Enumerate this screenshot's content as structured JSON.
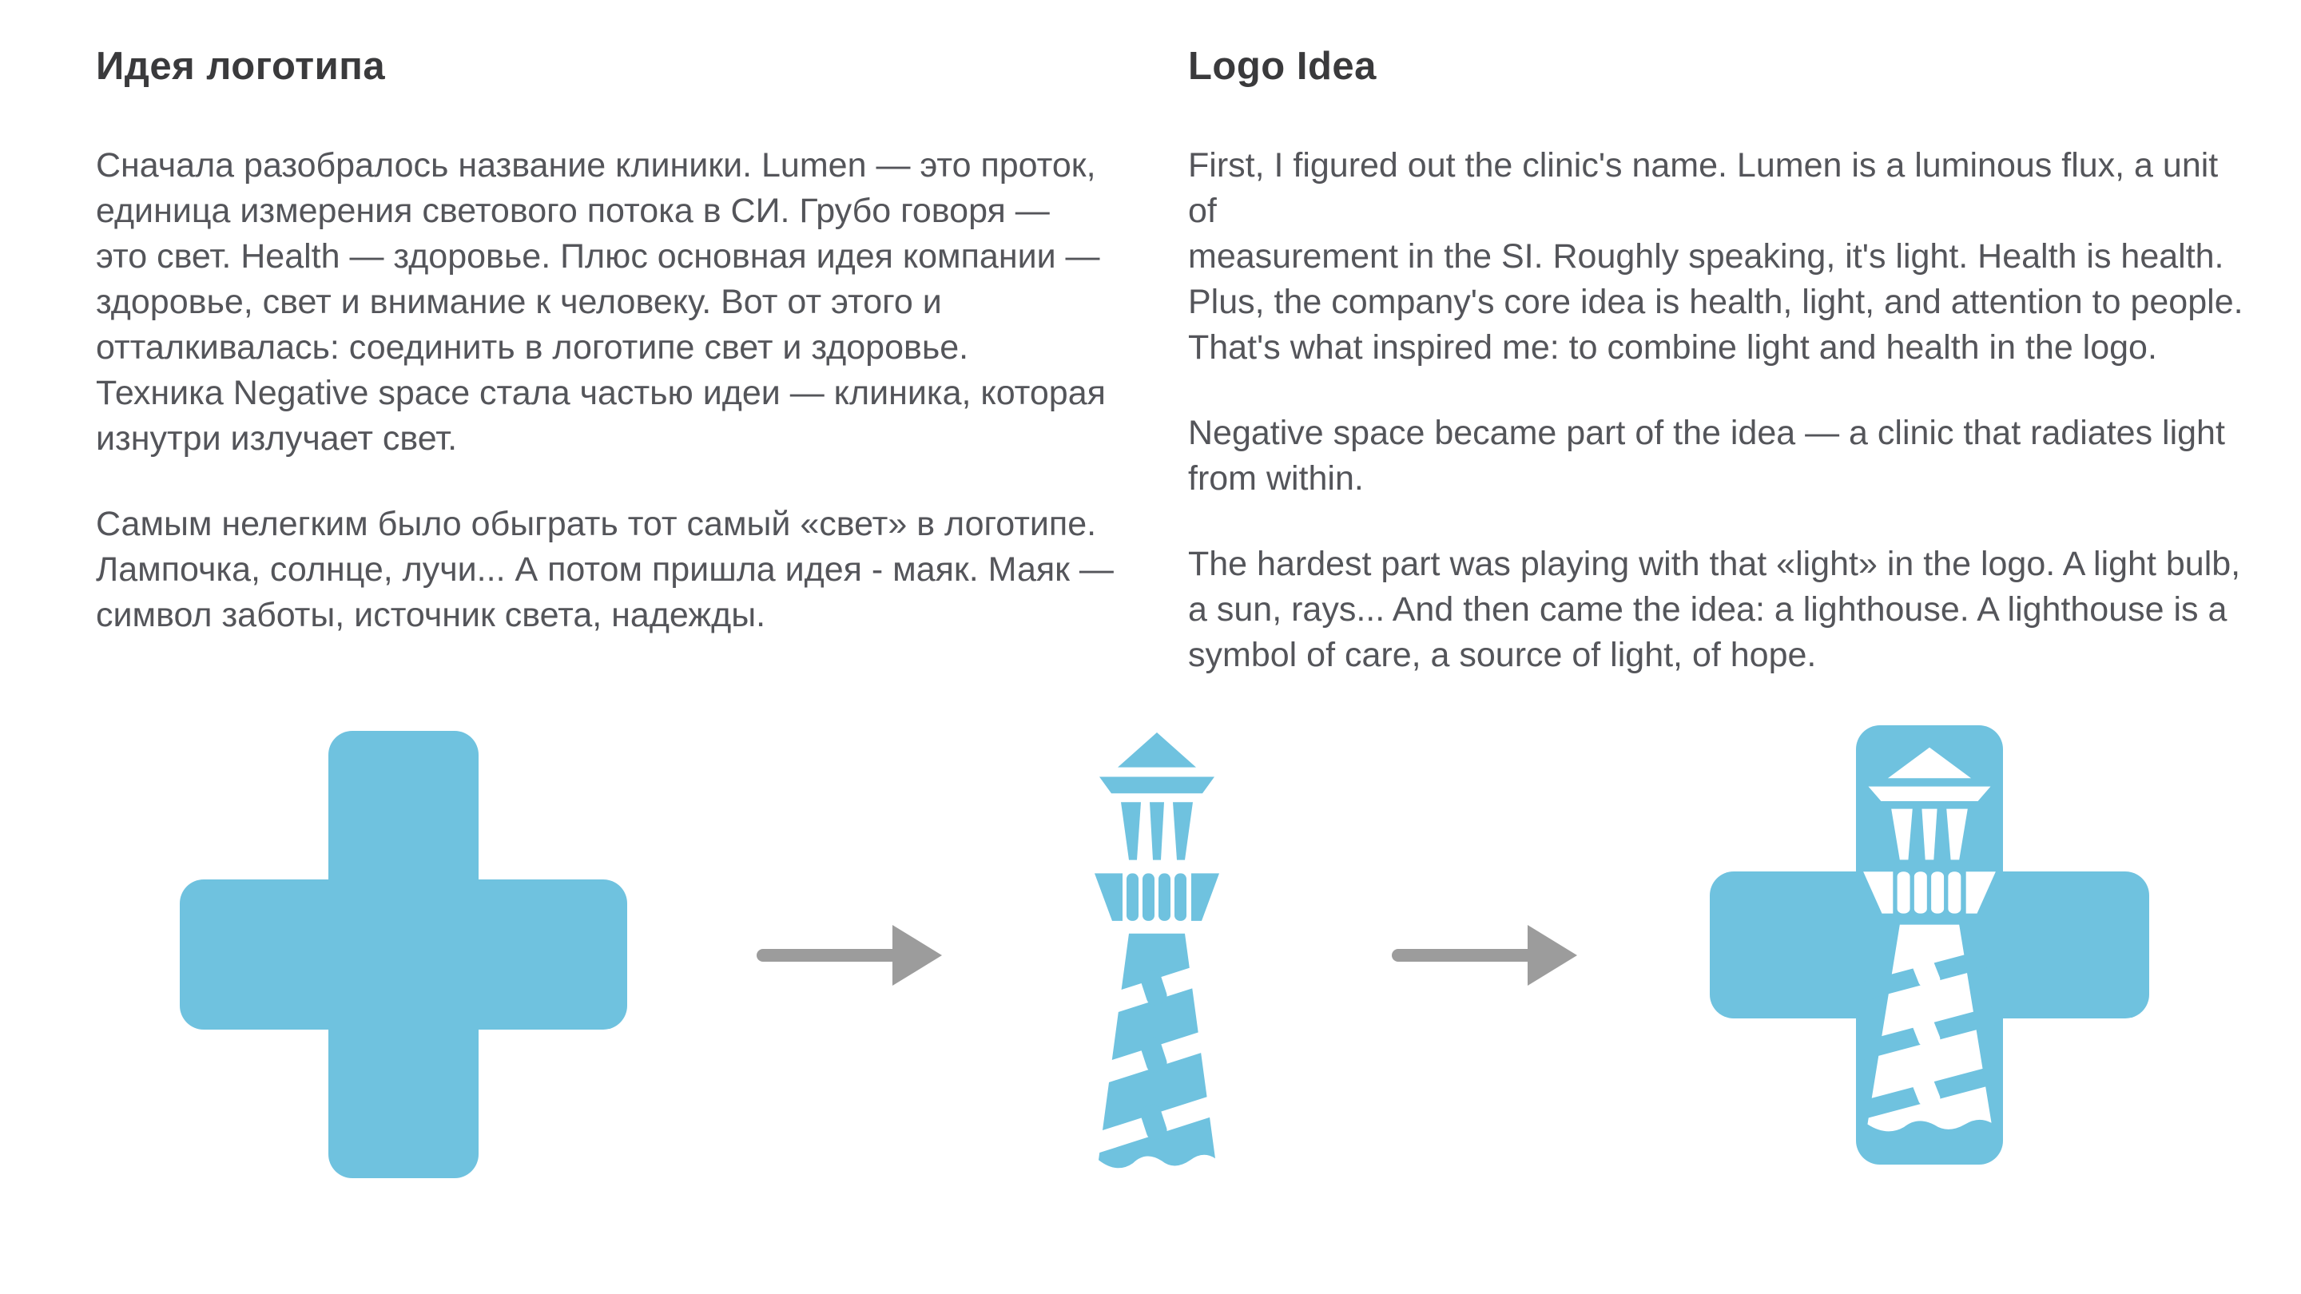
{
  "colors": {
    "background": "#FFFFFF",
    "accent_blue": "#6FC2DF",
    "arrow_gray": "#9C9C9C",
    "heading_text": "#3A3A3C",
    "body_text": "#54555A"
  },
  "left_column": {
    "heading": "Идея логотипа",
    "paragraphs": [
      "Сначала разобралось название клиники. Lumen — это проток,\nединица измерения светового потока в СИ. Грубо говоря —\nэто свет. Health — здоровье. Плюс основная идея компании —\nздоровье, свет и внимание к человеку. Вот от этого и\nотталкивалась: соединить в логотипе свет и здоровье.\nТехника Negative space стала частью идеи — клиника, которая\nизнутри излучает свет.",
      "Самым нелегким было обыграть тот самый «свет» в логотипе.\nЛампочка, солнце, лучи... А потом пришла идея - маяк. Маяк —\nсимвол заботы, источник света, надежды."
    ]
  },
  "right_column": {
    "heading": "Logo Idea",
    "paragraphs": [
      "First, I figured out the clinic's name. Lumen is a luminous flux, a unit of\nmeasurement in the SI. Roughly speaking, it's light. Health is health.\nPlus, the company's core idea is health, light, and attention to people.\nThat's what inspired me: to combine light and health in the logo.",
      "Negative space became part of the idea — a clinic that radiates light\nfrom within.",
      "The hardest part was playing with that «light» in the logo. A light bulb,\na sun, rays... And then came the idea: a lighthouse. A lighthouse is a\nsymbol of care, a source of light, of hope."
    ]
  },
  "figures": {
    "steps": [
      {
        "name": "medical-cross",
        "type": "icon"
      },
      {
        "name": "arrow-right",
        "type": "icon"
      },
      {
        "name": "lighthouse",
        "type": "icon"
      },
      {
        "name": "arrow-right",
        "type": "icon"
      },
      {
        "name": "cross-lighthouse-combined-logo",
        "type": "icon"
      }
    ]
  }
}
